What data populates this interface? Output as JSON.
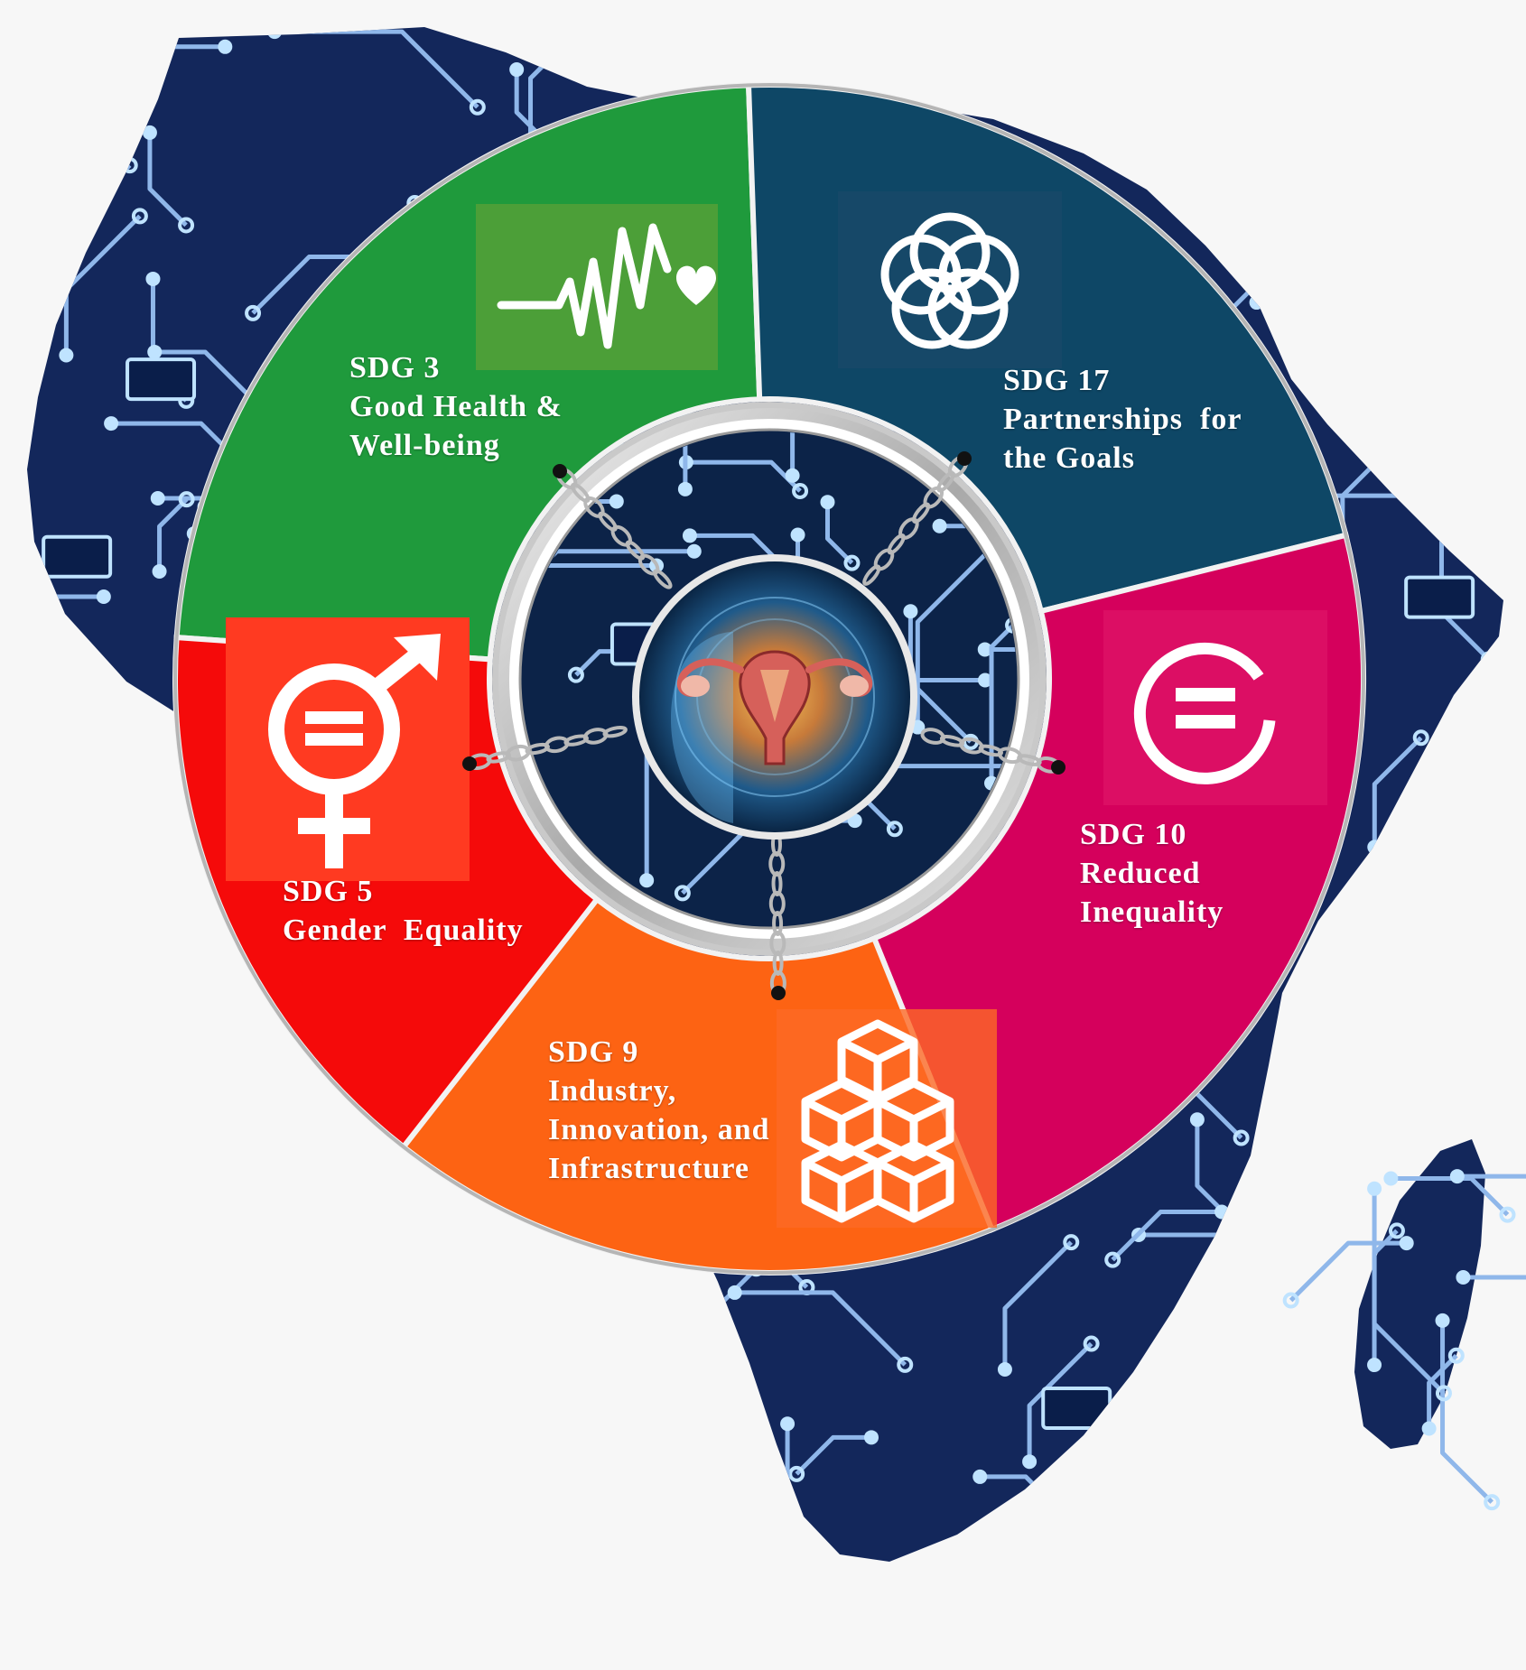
{
  "colors": {
    "background": "#f7f7f7",
    "map_fill": "#13275b",
    "circuit_line": "#8fb7ea",
    "circuit_glow": "#bfe3ff",
    "ring_rim": "#c9c9c9",
    "center_bg": "#0c2348",
    "chain": "#b9b9b9"
  },
  "segments": [
    {
      "id": "sdg3",
      "title": "SDG 3",
      "lines": [
        "Good Health &",
        "Well-being"
      ],
      "color": "#1f9a3c",
      "icon_bg": "#4c9f38",
      "icon": "heartbeat-icon"
    },
    {
      "id": "sdg17",
      "title": "SDG 17",
      "lines": [
        "Partnerships  for",
        "the Goals"
      ],
      "color": "#0e4766",
      "icon_bg": "#19486a",
      "icon": "interlocking-rings-icon"
    },
    {
      "id": "sdg10",
      "title": "SDG 10",
      "lines": [
        "Reduced",
        "Inequality"
      ],
      "color": "#d5005c",
      "icon_bg": "#dd1367",
      "icon": "equality-circle-icon"
    },
    {
      "id": "sdg9",
      "title": "SDG 9",
      "lines": [
        "Industry,",
        "Innovation, and",
        "Infrastructure"
      ],
      "color": "#fd6313",
      "icon_bg": "#fd6925",
      "icon": "cubes-icon"
    },
    {
      "id": "sdg5",
      "title": "SDG 5",
      "lines": [
        "Gender  Equality"
      ],
      "color": "#f50a0a",
      "icon_bg": "#ff3a21",
      "icon": "gender-equality-icon"
    }
  ],
  "center": {
    "image": "uterus-and-head-illustration",
    "chains": 5
  }
}
